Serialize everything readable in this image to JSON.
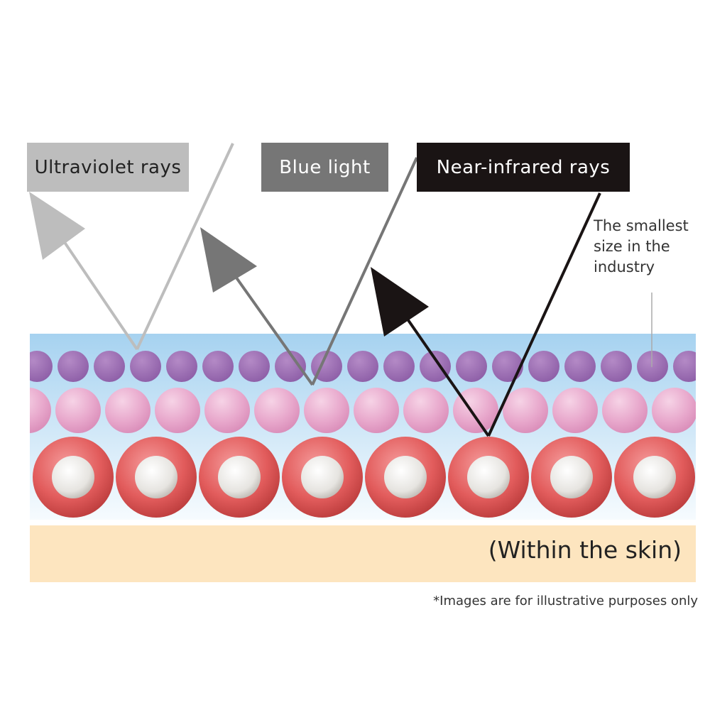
{
  "labels": {
    "ultraviolet": "Ultraviolet rays",
    "blue_light": "Blue light",
    "near_infrared": "Near-infrared rays"
  },
  "annotation": {
    "line1": "The smallest",
    "line2": "size in the",
    "line3": "industry"
  },
  "skin_label": "(Within the skin)",
  "footnote": "*Images are for illustrative purposes only",
  "colors": {
    "ultraviolet": "#bdbdbd",
    "blue_light": "#767676",
    "near_infrared": "#1a1414",
    "purple_particle": "#9a6bb0",
    "pink_particle": "#e8a8cc",
    "red_particle": "#e25c5c",
    "skin": "#fde5bf",
    "layer_blue": "#a6d2f0"
  }
}
